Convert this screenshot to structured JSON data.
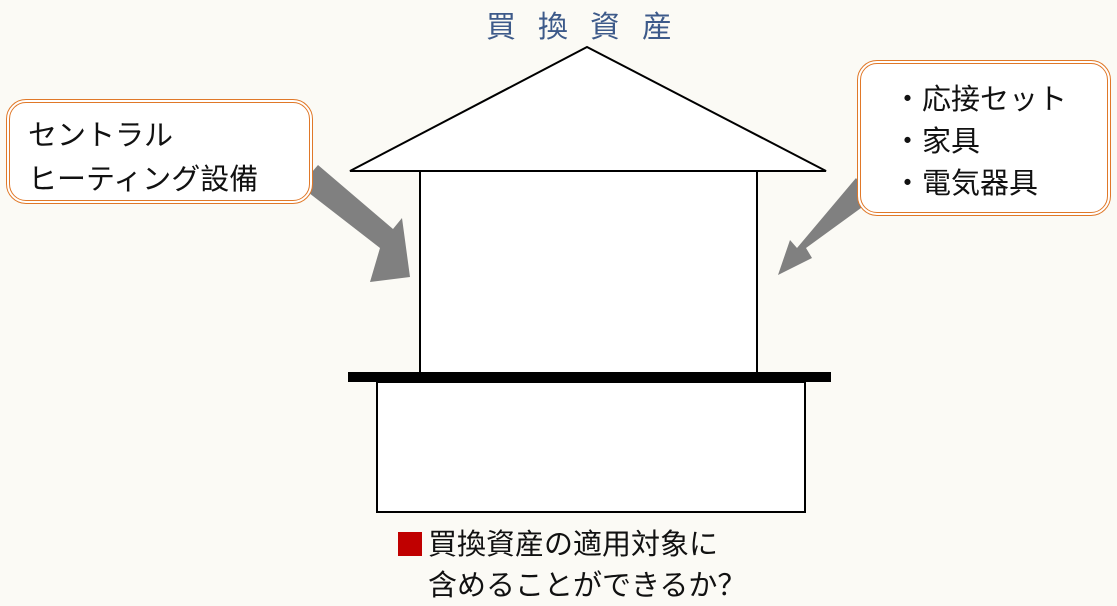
{
  "title": "買換資産",
  "left_box": {
    "lines": [
      "セントラル",
      "ヒーティング設備"
    ]
  },
  "right_box": {
    "items": [
      "応接セット",
      "家具",
      "電気器具"
    ]
  },
  "question": {
    "lines": [
      "買換資産の適用対象に",
      "含めることができるか？"
    ]
  },
  "colors": {
    "title": "#3d5a8a",
    "box_border": "#e07828",
    "arrow": "#808080",
    "marker": "#c00000"
  }
}
